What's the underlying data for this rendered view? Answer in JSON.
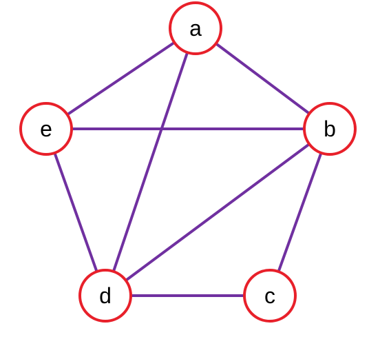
{
  "colors": {
    "edge": "#7030A0",
    "node_border": "#E8202A",
    "node_fill": "#FFFFFF",
    "label": "#000000"
  },
  "nodes": [
    {
      "id": "a",
      "label": "a"
    },
    {
      "id": "b",
      "label": "b"
    },
    {
      "id": "c",
      "label": "c"
    },
    {
      "id": "d",
      "label": "d"
    },
    {
      "id": "e",
      "label": "e"
    }
  ],
  "edges": [
    {
      "from": "a",
      "to": "e"
    },
    {
      "from": "a",
      "to": "b"
    },
    {
      "from": "a",
      "to": "d"
    },
    {
      "from": "e",
      "to": "b"
    },
    {
      "from": "e",
      "to": "d"
    },
    {
      "from": "b",
      "to": "d"
    },
    {
      "from": "b",
      "to": "c"
    },
    {
      "from": "d",
      "to": "c"
    }
  ]
}
